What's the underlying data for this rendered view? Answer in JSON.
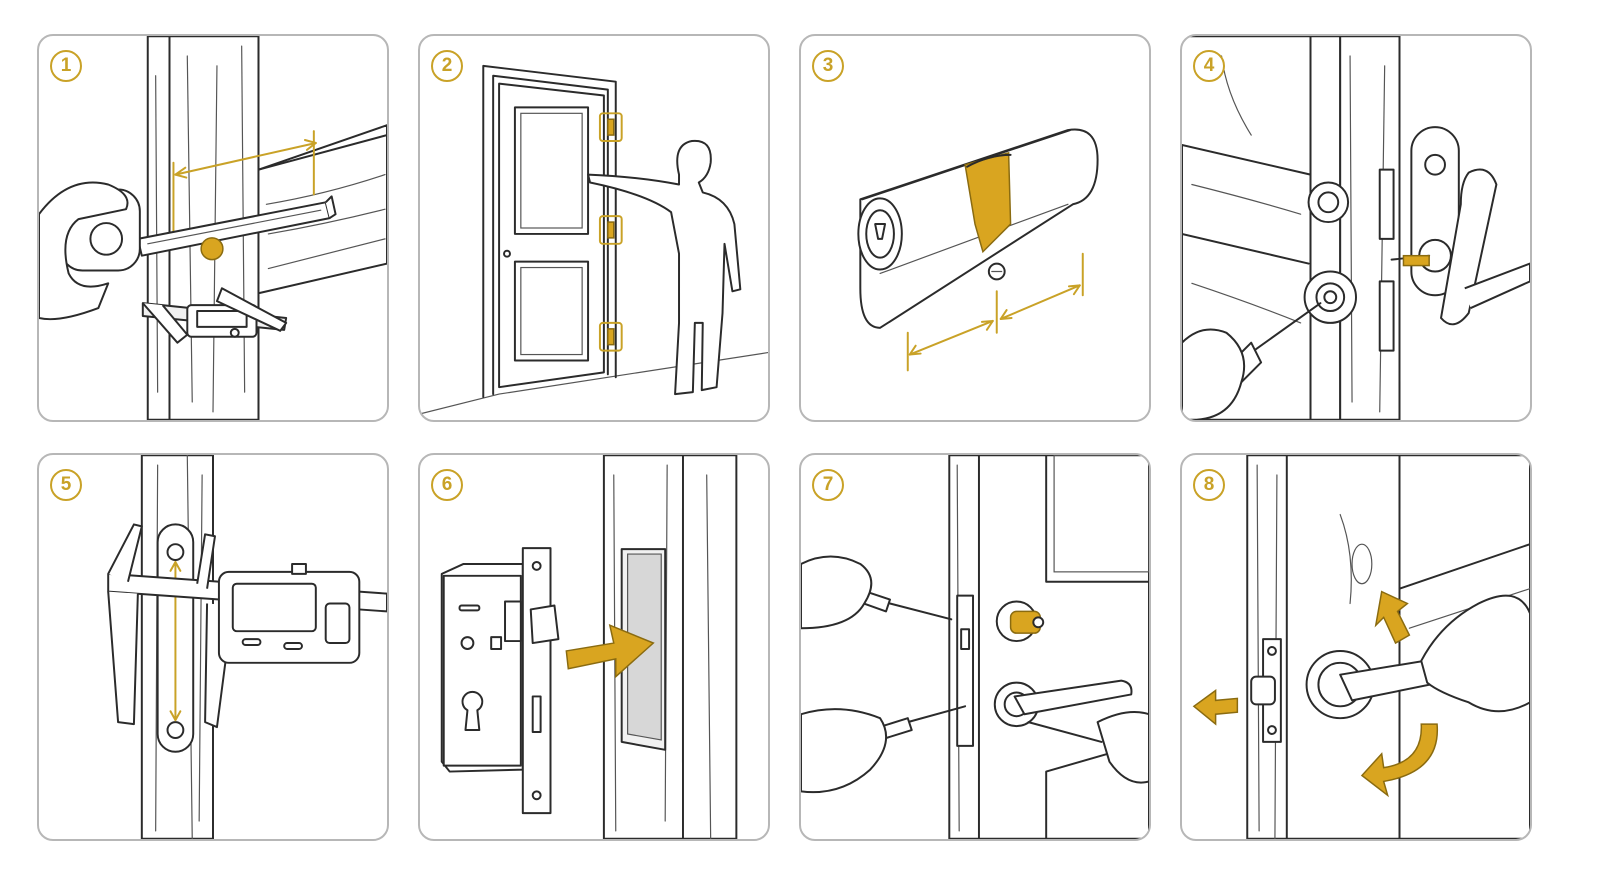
{
  "steps": [
    {
      "number": "1",
      "icon": "measure-door-icon"
    },
    {
      "number": "2",
      "icon": "door-hinges-icon"
    },
    {
      "number": "3",
      "icon": "euro-cylinder-icon"
    },
    {
      "number": "4",
      "icon": "remove-old-lock-icon"
    },
    {
      "number": "5",
      "icon": "caliper-measure-icon"
    },
    {
      "number": "6",
      "icon": "insert-mortise-lock-icon"
    },
    {
      "number": "7",
      "icon": "fit-cylinder-handles-icon"
    },
    {
      "number": "8",
      "icon": "test-handle-icon"
    }
  ],
  "colors": {
    "accent": "#c9a227",
    "accent_fill": "#d9a520",
    "line": "#2b2b2b",
    "panel_border": "#b7b7b7"
  }
}
